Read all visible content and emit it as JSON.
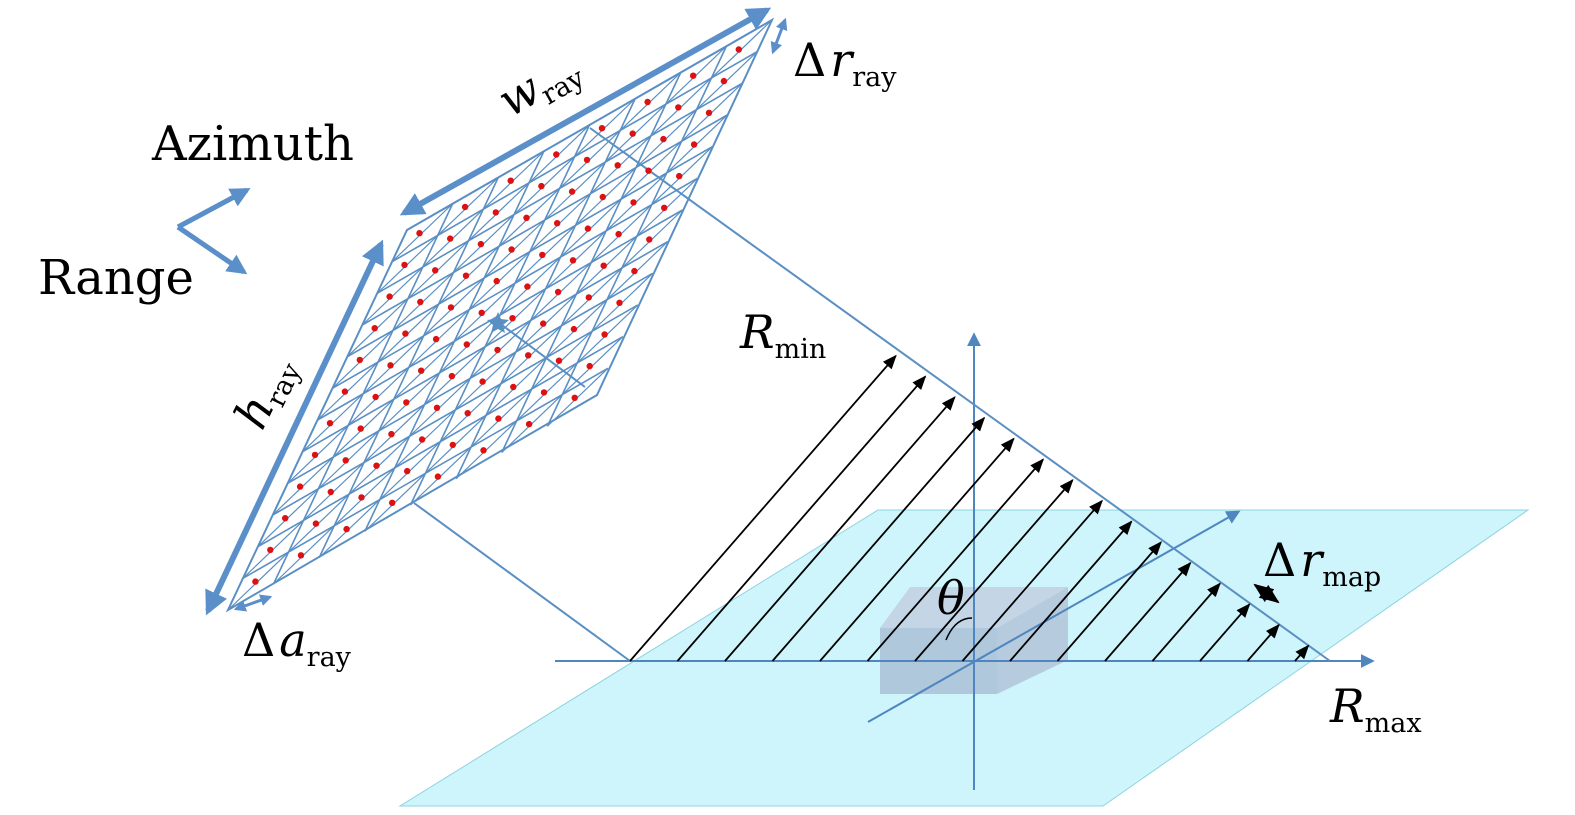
{
  "labels": {
    "azimuth": "Azimuth",
    "range": "Range",
    "w_ray": {
      "main": "w",
      "sub": "ray"
    },
    "h_ray": {
      "main": "h",
      "sub": "ray"
    },
    "delta_r_ray": {
      "delta": "Δ",
      "main": "r",
      "sub": "ray"
    },
    "delta_a_ray": {
      "delta": "Δ",
      "main": "a",
      "sub": "ray"
    },
    "r_min": {
      "main": "R",
      "sub": "min"
    },
    "r_max": {
      "main": "R",
      "sub": "max"
    },
    "delta_r_map": {
      "delta": "Δ",
      "main": "r",
      "sub": "map"
    },
    "theta": "θ"
  },
  "colors": {
    "grid_line": "#5a8fc4",
    "dimension_arrow": "#5b8fc9",
    "sample_point": "#dd1111",
    "ground_plane": "#cdf5fb",
    "object_box": "#a9c0d6",
    "ray": "#000000",
    "axis": "#4f86c0"
  },
  "grid": {
    "range_cells": 8,
    "azimuth_cells": 12
  }
}
